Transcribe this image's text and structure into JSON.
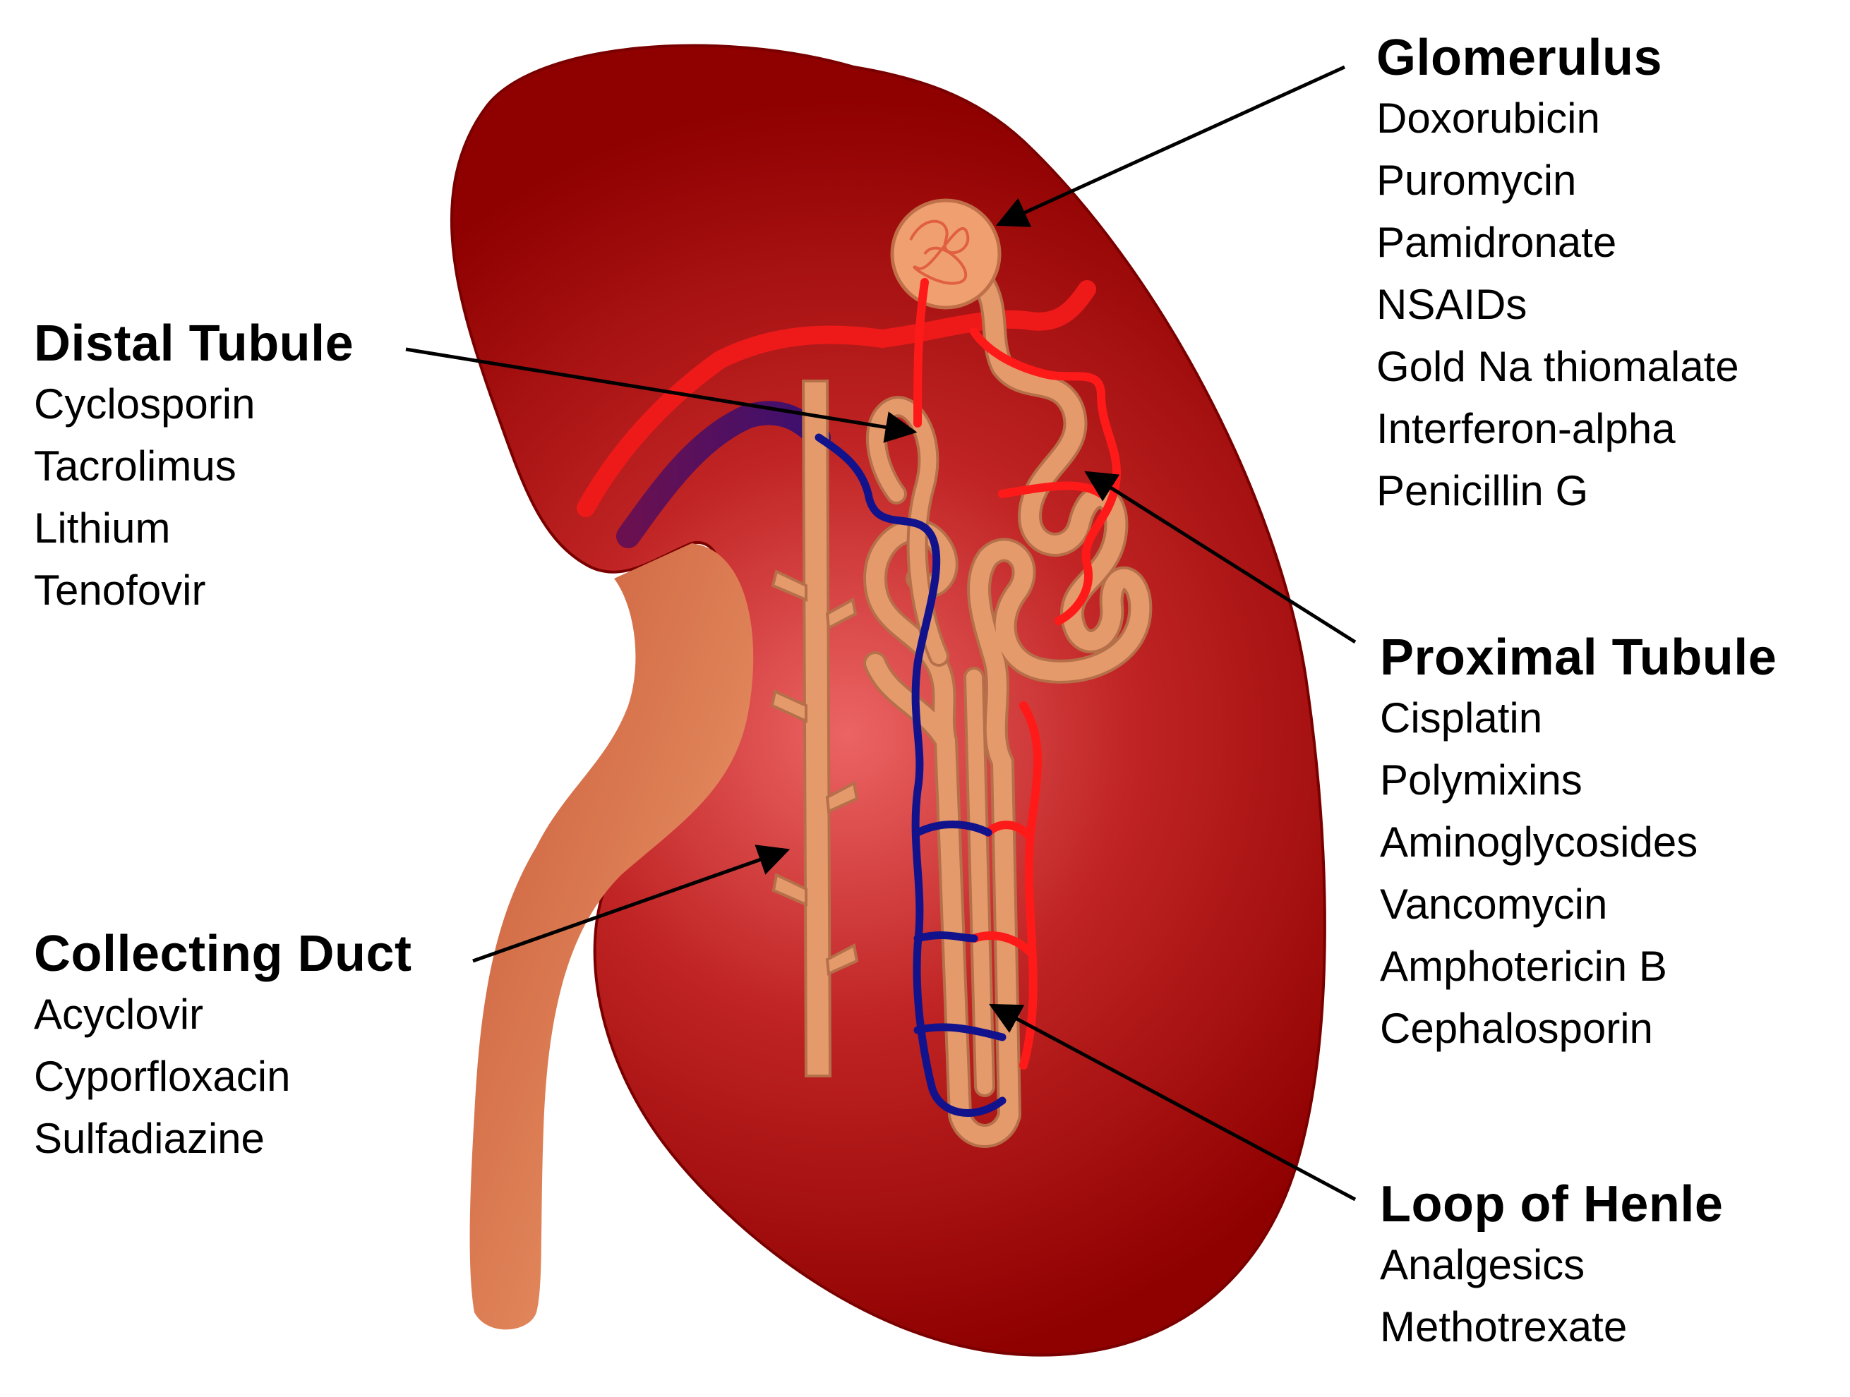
{
  "regions": {
    "glomerulus": {
      "heading": "Glomerulus",
      "drugs": [
        "Doxorubicin",
        "Puromycin",
        "Pamidronate",
        "NSAIDs",
        "Gold Na thiomalate",
        "Interferon-alpha",
        "Penicillin G"
      ]
    },
    "distal_tubule": {
      "heading": "Distal Tubule",
      "drugs": [
        "Cyclosporin",
        "Tacrolimus",
        "Lithium",
        "Tenofovir"
      ]
    },
    "proximal_tubule": {
      "heading": "Proximal Tubule",
      "drugs": [
        "Cisplatin",
        "Polymixins",
        "Aminoglycosides",
        "Vancomycin",
        "Amphotericin B",
        "Cephalosporin"
      ]
    },
    "collecting_duct": {
      "heading": "Collecting Duct",
      "drugs": [
        "Acyclovir",
        "Cyporfloxacin",
        "Sulfadiazine"
      ]
    },
    "loop_of_henle": {
      "heading": "Loop of Henle",
      "drugs": [
        "Analgesics",
        "Methotrexate"
      ]
    }
  },
  "colors": {
    "kidney_dark": "#8f0000",
    "kidney_light": "#e85a5a",
    "ureter": "#e08a5c",
    "nephron": "#e59a6c",
    "nephron_outline": "#b5704a",
    "artery": "#ff1a1a",
    "vein": "#10108a",
    "pointer": "#000000"
  }
}
